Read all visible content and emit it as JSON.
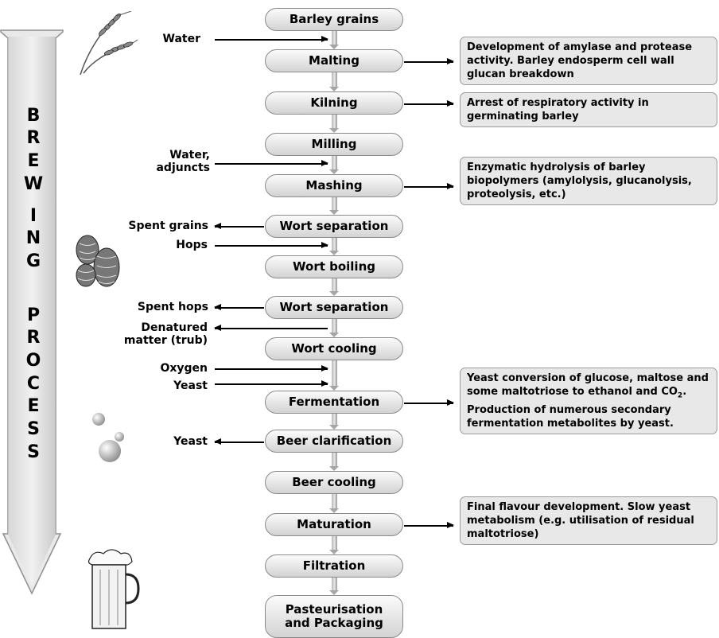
{
  "side_label": [
    "B",
    "R",
    "E",
    "W",
    "I",
    "N",
    "G",
    "",
    "P",
    "R",
    "O",
    "C",
    "E",
    "S",
    "S"
  ],
  "steps": [
    "Barley grains",
    "Malting",
    "Kilning",
    "Milling",
    "Mashing",
    "Wort separation",
    "Wort boiling",
    "Wort separation",
    "Wort cooling",
    "Fermentation",
    "Beer clarification",
    "Beer cooling",
    "Maturation",
    "Filtration",
    "Pasteurisation\nand Packaging"
  ],
  "inputs": {
    "water": "Water",
    "water_adjuncts": "Water,\nadjuncts",
    "hops": "Hops",
    "oxygen": "Oxygen",
    "yeast_in": "Yeast"
  },
  "outputs": {
    "spent_grains": "Spent grains",
    "spent_hops": "Spent hops",
    "trub": "Denatured\nmatter (trub)",
    "yeast_out": "Yeast"
  },
  "notes": {
    "malting": "Development of amylase and protease activity. Barley endosperm cell wall glucan breakdown",
    "kilning": "Arrest of respiratory activity in germinating barley",
    "mashing": "Enzymatic hydrolysis of barley biopolymers (amylolysis, glucanolysis, proteolysis, etc.)",
    "fermentation_pre": "Yeast conversion of glucose, maltose and some maltotriose to ethanol and CO",
    "fermentation_sub": "2",
    "fermentation_post": ". Production of numerous secondary fermentation metabolites by yeast.",
    "maturation": "Final flavour development. Slow yeast metabolism (e.g. utilisation of residual maltotriose)"
  }
}
